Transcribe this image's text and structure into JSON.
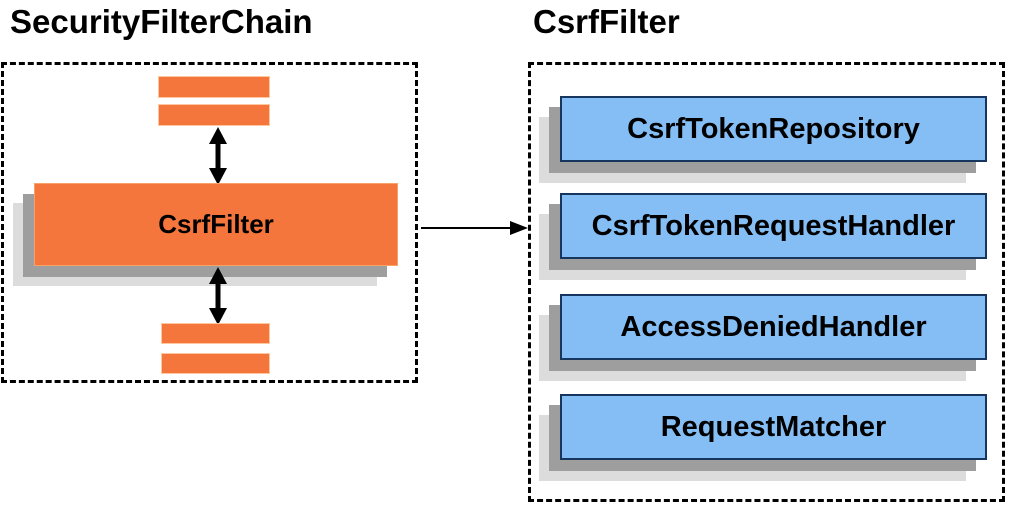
{
  "diagram": {
    "left_panel": {
      "title": "SecurityFilterChain",
      "filter_box_label": "CsrfFilter"
    },
    "right_panel": {
      "title": "CsrfFilter",
      "components": [
        "CsrfTokenRepository",
        "CsrfTokenRequestHandler",
        "AccessDeniedHandler",
        "RequestMatcher"
      ]
    },
    "colors": {
      "orange_fill": "#F4763C",
      "orange_border_light": "#FFC79E",
      "blue_fill": "#85BEF5",
      "blue_border": "#16365D",
      "shadow_dark": "#9E9E9E",
      "shadow_light": "#DCDCDC",
      "arrow": "#000000",
      "dashed_border": "#000000",
      "text": "#000000"
    }
  }
}
